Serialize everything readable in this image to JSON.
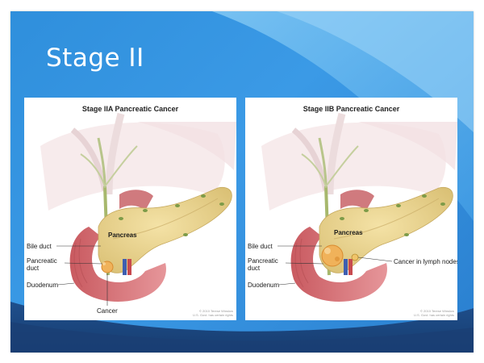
{
  "slide": {
    "title": "Stage II"
  },
  "panels": [
    {
      "title": "Stage IIA Pancreatic Cancer",
      "labels": {
        "pancreas": "Pancreas",
        "bile_duct": "Bile duct",
        "pancreatic_duct_1": "Pancreatic",
        "pancreatic_duct_2": "duct",
        "duodenum": "Duodenum",
        "cancer": "Cancer"
      },
      "copyright_1": "© 2010 Terese Winslow",
      "copyright_2": "U.S. Govt. has certain rights"
    },
    {
      "title": "Stage IIB Pancreatic Cancer",
      "labels": {
        "pancreas": "Pancreas",
        "bile_duct": "Bile duct",
        "pancreatic_duct_1": "Pancreatic",
        "pancreatic_duct_2": "duct",
        "duodenum": "Duodenum",
        "lymph": "Cancer in lymph nodes"
      },
      "copyright_1": "© 2010 Terese Winslow",
      "copyright_2": "U.S. Govt. has certain rights"
    }
  ],
  "colors": {
    "slide_blue": "#2f8fdc",
    "pancreas": "#e9d48f",
    "duodenum": "#d9767a",
    "bile_duct": "#8fae55",
    "tumor": "#f0b25a"
  }
}
